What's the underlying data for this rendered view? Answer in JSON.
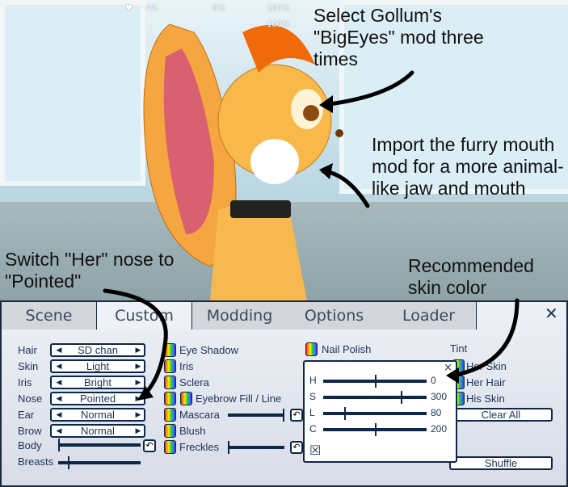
{
  "hud": {
    "heart": "4%",
    "stat2": "0%",
    "stat3": "100%",
    "stat4": "100%"
  },
  "tabs": [
    "Scene",
    "Custom",
    "Modding",
    "Options",
    "Loader"
  ],
  "close_label": "✕",
  "selectors": [
    {
      "label": "Hair",
      "value": "SD chan"
    },
    {
      "label": "Skin",
      "value": "Light"
    },
    {
      "label": "Iris",
      "value": "Bright"
    },
    {
      "label": "Nose",
      "value": "Pointed"
    },
    {
      "label": "Ear",
      "value": "Normal"
    },
    {
      "label": "Brow",
      "value": "Normal"
    }
  ],
  "sliders": {
    "body": "Body",
    "breasts": "Breasts"
  },
  "colors": [
    "Eye Shadow",
    "Iris",
    "Sclera",
    "Eyebrow Fill / Line",
    "Mascara",
    "Blush",
    "Freckles"
  ],
  "nail_polish": "Nail Polish",
  "right": {
    "tint": "Tint",
    "her_skin": "Her Skin",
    "her_hair": "Her Hair",
    "his_skin": "His Skin",
    "clear_all": "Clear All",
    "shuffle": "Shuffle"
  },
  "popup": {
    "close": "×",
    "rows": [
      {
        "label": "H",
        "value": "0",
        "frac": 0.5
      },
      {
        "label": "S",
        "value": "300",
        "frac": 0.75
      },
      {
        "label": "L",
        "value": "80",
        "frac": 0.2
      },
      {
        "label": "C",
        "value": "200",
        "frac": 0.5
      }
    ],
    "reset": "☒"
  },
  "annotations": {
    "a1": "Select Gollum's \"BigEyes\" mod three times",
    "a2": "Import the furry mouth mod for a more animal-like jaw and mouth",
    "a3": "Switch \"Her\" nose to \"Pointed\"",
    "a4": "Recommended skin color"
  }
}
